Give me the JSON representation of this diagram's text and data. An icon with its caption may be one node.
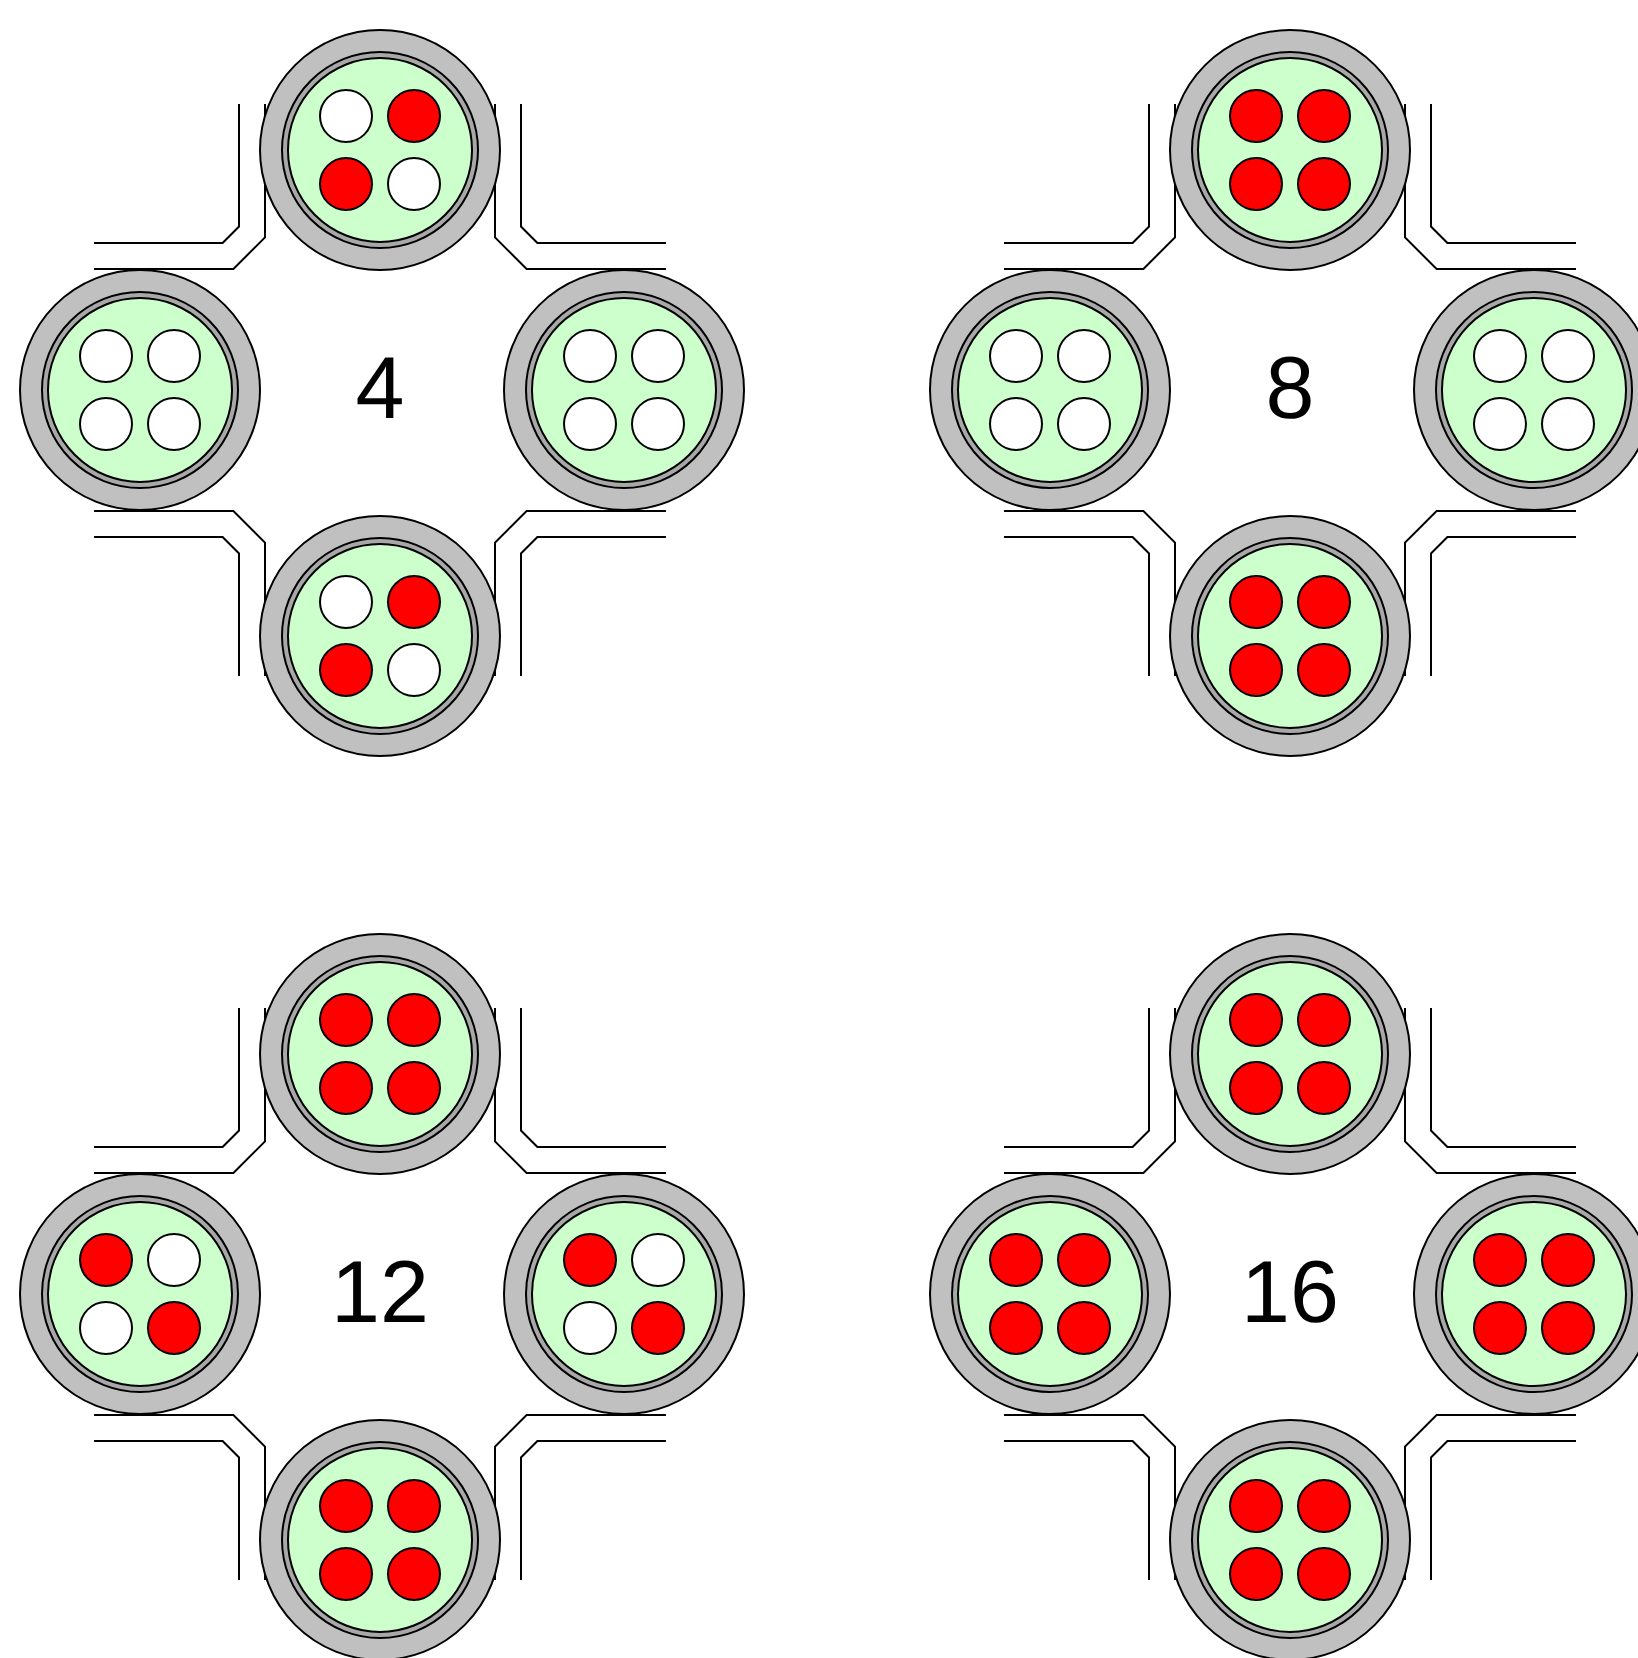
{
  "diagram": {
    "nodes": [
      {
        "text": [
          "4"
        ]
      },
      {
        "text": [
          "8"
        ]
      },
      {
        "text": [
          "12"
        ]
      },
      {
        "text": [
          "16"
        ]
      }
    ]
  }
}
